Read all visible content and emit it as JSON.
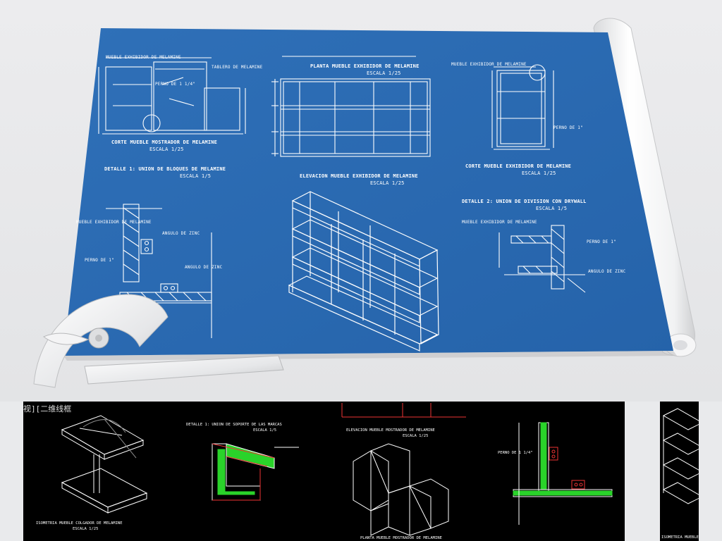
{
  "blueprint": {
    "colors": {
      "paper": "#2a6ab3",
      "lines": "#ffffff"
    },
    "drawings": {
      "section_left": {
        "title": "CORTE MUEBLE MOSTRADOR DE MELAMINE",
        "scale": "ESCALA 1/25"
      },
      "detail_1": {
        "title": "DETALLE 1: UNION DE BLOQUES DE MELAMINE",
        "scale": "ESCALA 1/5"
      },
      "plan_top": {
        "title": "PLANTA MUEBLE EXHIBIDOR DE MELAMINE",
        "scale": "ESCALA 1/25"
      },
      "elevation": {
        "title": "ELEVACION MUEBLE EXHIBIDOR DE MELAMINE",
        "scale": "ESCALA 1/25"
      },
      "section_right": {
        "title": "CORTE MUEBLE EXHIBIDOR DE MELAMINE",
        "scale": "ESCALA 1/25"
      },
      "detail_2": {
        "title": "DETALLE 2: UNION DE DIVISION CON DRYWALL",
        "scale": "ESCALA 1/5"
      }
    },
    "annotations": {
      "perno": "PERNO DE 1 1/4\"",
      "perno_short": "PERNO DE 1\"",
      "angulo": "ANGULO DE ZINC",
      "melamine": "MUEBLE EXHIBIDOR DE MELAMINE",
      "tablero": "TABLERO DE MELAMINE"
    }
  },
  "cad_strip": {
    "tab_label": "视][二维线框",
    "panels": [
      {
        "title": "ISOMETRIA MUEBLE COLGADOR DE MELAMINE",
        "scale": "ESCALA 1/25"
      },
      {
        "title": "DETALLE 1: UNION DE SOPORTE DE LAS MARCAS",
        "scale": "ESCALA 1/5"
      },
      {
        "title": "ELEVACION MUEBLE MOSTRADOR DE MELAMINE",
        "scale": "ESCALA 1/25",
        "bottom": "PLANTA MUEBLE MOSTRADOR DE MELAMINE"
      },
      {
        "title": "PERNO DE 1 1/4\""
      },
      {
        "title": "ISOMETRIA MUEBLE"
      }
    ]
  }
}
